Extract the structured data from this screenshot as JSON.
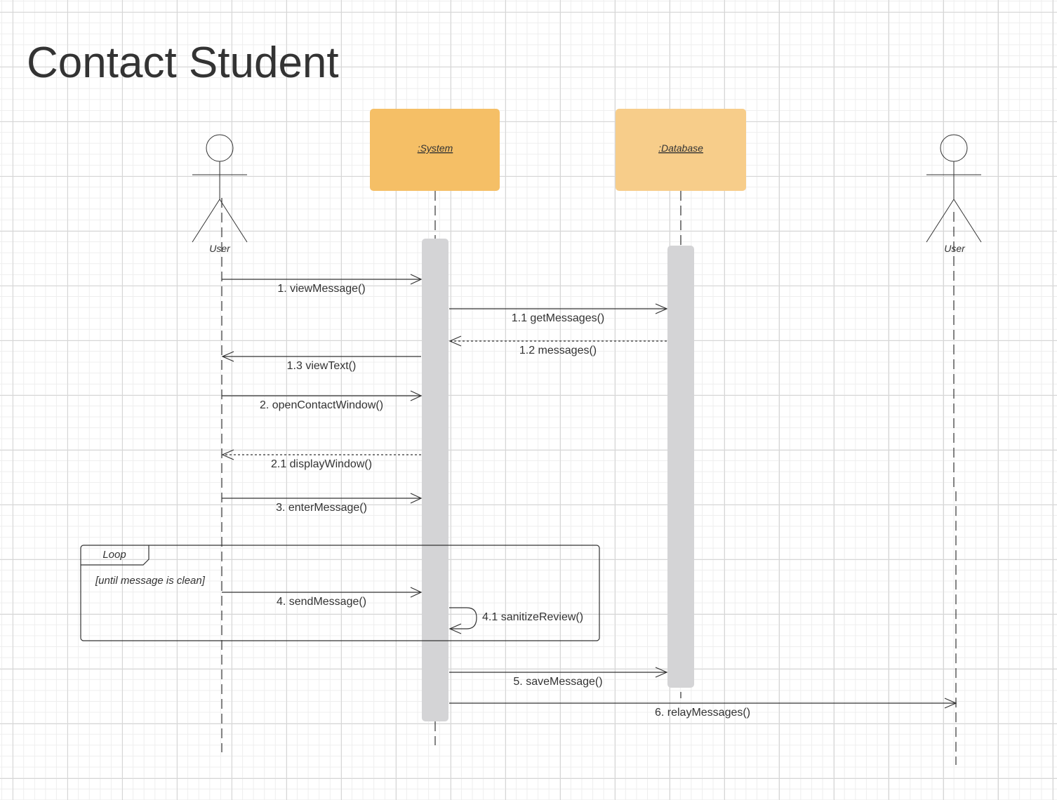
{
  "title": "Contact Student",
  "actors": [
    {
      "id": "user1",
      "label": "User"
    },
    {
      "id": "user2",
      "label": "User"
    }
  ],
  "objects": [
    {
      "id": "system",
      "label": ":System",
      "color": "#f5bf66"
    },
    {
      "id": "database",
      "label": ":Database",
      "color": "#f7cd8a"
    }
  ],
  "colors": {
    "activation": "#d4d4d6",
    "line": "#333333"
  },
  "loop_frame": {
    "label": "Loop",
    "guard": "[until message is clean]"
  },
  "messages": [
    {
      "label": "1. viewMessage()",
      "from": "User",
      "to": ":System",
      "type": "sync"
    },
    {
      "label": "1.1 getMessages()",
      "from": ":System",
      "to": ":Database",
      "type": "sync"
    },
    {
      "label": "1.2 messages()",
      "from": ":Database",
      "to": ":System",
      "type": "return"
    },
    {
      "label": "1.3 viewText()",
      "from": ":System",
      "to": "User",
      "type": "sync"
    },
    {
      "label": "2. openContactWindow()",
      "from": "User",
      "to": ":System",
      "type": "sync"
    },
    {
      "label": "2.1 displayWindow()",
      "from": ":System",
      "to": "User",
      "type": "return"
    },
    {
      "label": "3. enterMessage()",
      "from": "User",
      "to": ":System",
      "type": "sync"
    },
    {
      "label": "4. sendMessage()",
      "from": "User",
      "to": ":System",
      "type": "sync"
    },
    {
      "label": "4.1 sanitizeReview()",
      "from": ":System",
      "to": ":System",
      "type": "self"
    },
    {
      "label": "5. saveMessage()",
      "from": ":System",
      "to": ":Database",
      "type": "sync"
    },
    {
      "label": "6. relayMessages()",
      "from": ":System",
      "to": "User",
      "type": "sync"
    }
  ]
}
